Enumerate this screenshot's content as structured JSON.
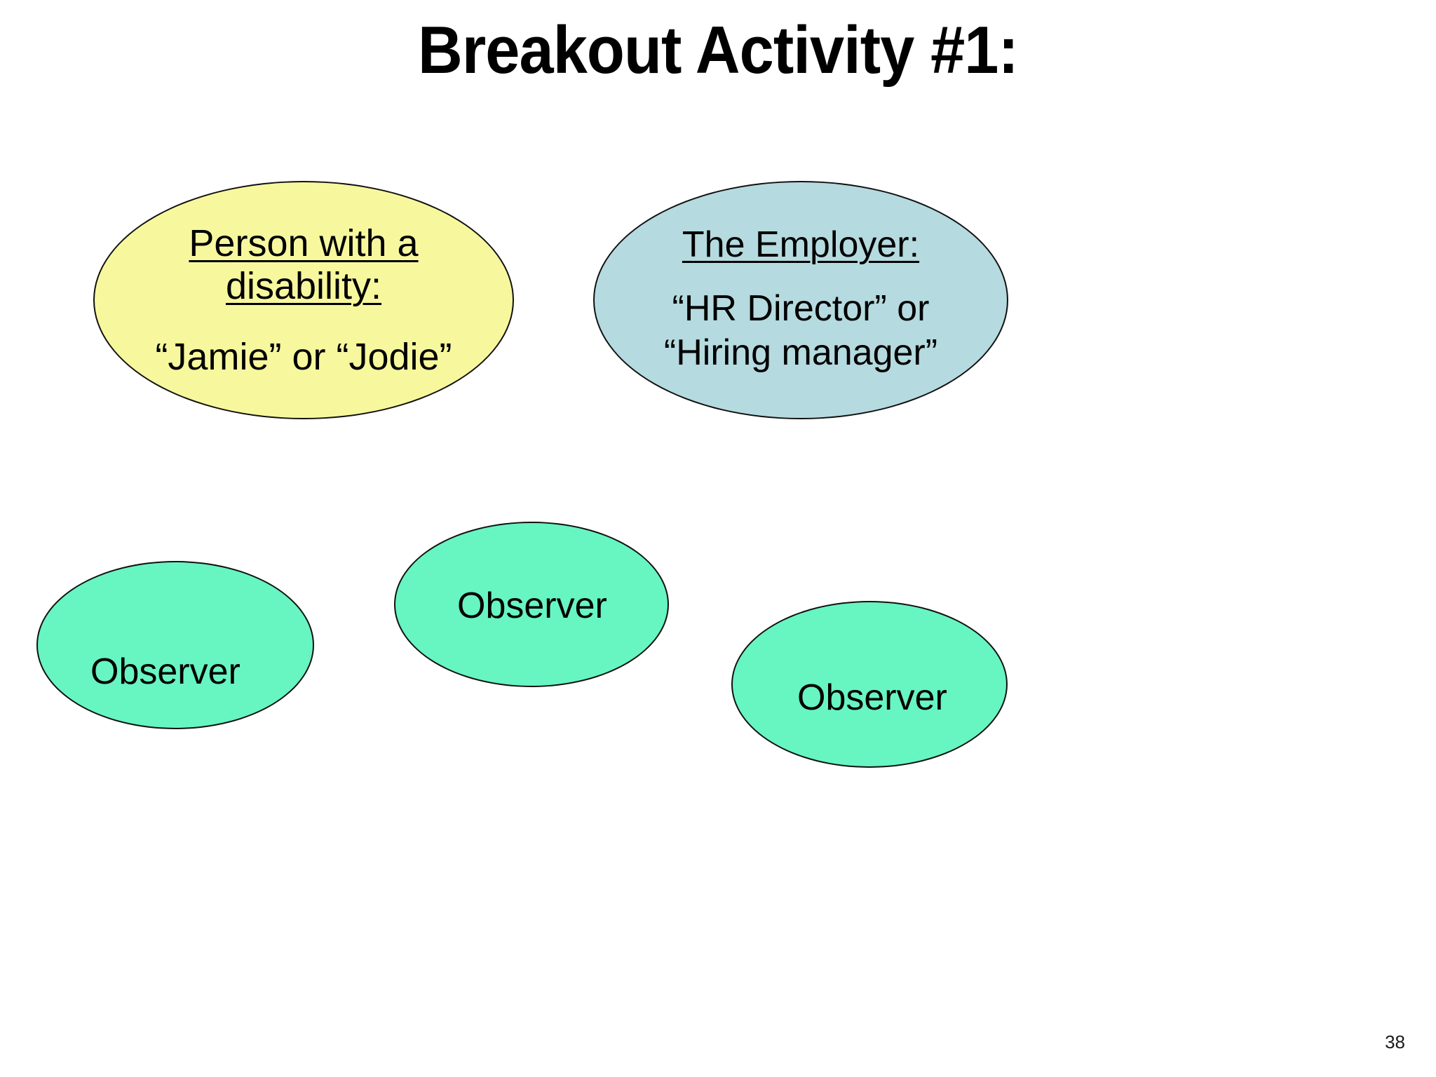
{
  "slide": {
    "title": "Breakout Activity #1:",
    "page_number": "38",
    "background_color": "#ffffff"
  },
  "roles": [
    {
      "id": "person-with-a-disability",
      "shape": "ellipse",
      "fill_color": "#F7F79E",
      "border_color": "#111111",
      "heading": "Person with a disability:",
      "heading_underlined": true,
      "subtext": "“Jamie” or “Jodie”"
    },
    {
      "id": "the-employer",
      "shape": "ellipse",
      "fill_color": "#B5DADF",
      "border_color": "#111111",
      "heading": "The Employer:",
      "heading_underlined": true,
      "subtext": "“HR Director” or “Hiring manager”",
      "subtext_line_1": "“HR Director” or",
      "subtext_line_2": "“Hiring manager”"
    }
  ],
  "observers": [
    {
      "id": "observer-1",
      "label": "Observer",
      "fill_color": "#67F5C2",
      "border_color": "#111111"
    },
    {
      "id": "observer-2",
      "label": "Observer",
      "fill_color": "#67F5C2",
      "border_color": "#111111"
    },
    {
      "id": "observer-3",
      "label": "Observer",
      "fill_color": "#67F5C2",
      "border_color": "#111111"
    }
  ]
}
